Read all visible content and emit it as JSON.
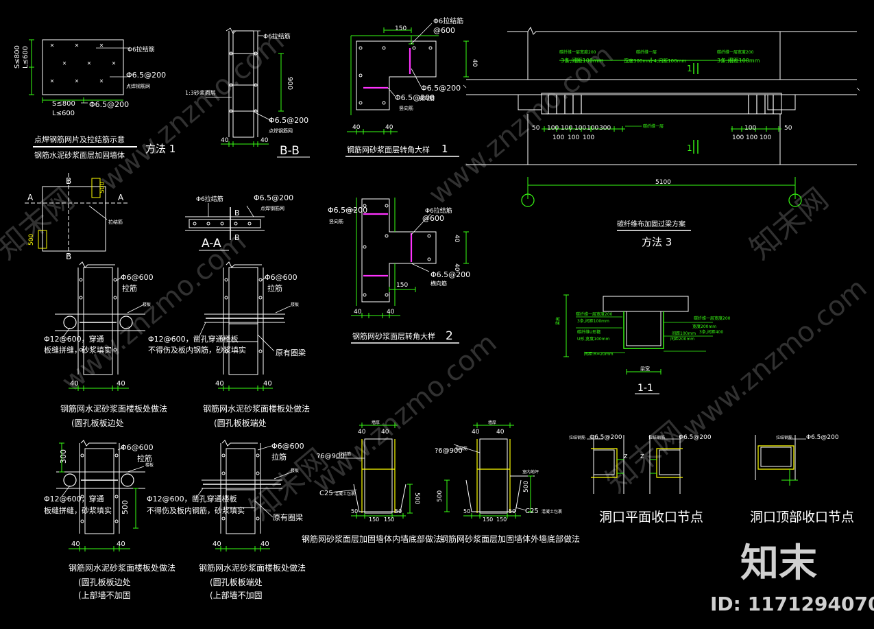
{
  "colors": {
    "background": "#000000",
    "line": "#ffffff",
    "dimension": "#39ff14",
    "axis": "#ffff00",
    "rebar": "#ff33ff"
  },
  "method1": {
    "grid_labels_left": [
      "S≤800",
      "L≤600"
    ],
    "grid_labels_bottom": [
      "S≤800",
      "L≤600"
    ],
    "phi6_tie": "Φ6拉结筋",
    "phi65": "Φ6.5@200",
    "weld_mesh": "点焊钢筋网",
    "caption": "点焊钢筋网片及拉结筋示意",
    "subcaption": "钢筋水泥砂浆面层加固墙体",
    "method": "方法 1"
  },
  "bb": {
    "tie": "Φ6拉结筋",
    "dim": "900",
    "mortar": "1:3砂浆面层",
    "bar": "Φ6.5@200",
    "mesh": "点焊钢筋网",
    "d1": "40",
    "d2": "40",
    "title": "B-B"
  },
  "aa_plan": {
    "labels": [
      "A",
      "A",
      "B",
      "B"
    ],
    "d1": "500",
    "d2": "500",
    "note": "拉结筋"
  },
  "aa": {
    "tie": "Φ6拉结筋",
    "bar": "Φ6.5@200",
    "mesh": "点焊钢筋网",
    "cut": "B",
    "title": "A-A"
  },
  "corner1": {
    "d150": "150",
    "tie": "Φ6拉结筋",
    "at600": "@600",
    "dim": "40",
    "bar1": "Φ6.5@200",
    "bar2": "Φ6.5@200",
    "hor": "横向筋",
    "ver": "竖向筋",
    "d40a": "40",
    "d40b": "40",
    "caption": "钢筋网砂浆面层转角大样",
    "num": "1"
  },
  "corner2": {
    "bar_top": "Φ6.5@200",
    "ver": "竖向筋",
    "tie": "Φ6拉结筋",
    "at600": "@600",
    "d40a": "40",
    "d40b": "40",
    "bar2": "Φ6.5@200",
    "hor": "横向筋",
    "d150": "150",
    "db1": "40",
    "db2": "40",
    "caption": "钢筋网砂浆面层转角大样",
    "num": "2"
  },
  "method3": {
    "top_notes": [
      "碳纤维一层宽度200",
      "3条,间距100mm",
      "碳纤维一层",
      "宽度300mm-4,间距100mm",
      "碳纤维一层宽度200",
      "3条,间距100mm"
    ],
    "axis_label": "1",
    "left_dims": [
      "50",
      "100",
      "100",
      "100",
      "100",
      "300",
      "100",
      "100",
      "100"
    ],
    "right_dims": [
      "100",
      "100",
      "100",
      "100",
      "50"
    ],
    "mid_note": "碳纤维一层",
    "span": "5100",
    "caption": "碳纤维布加固过梁方案",
    "method": "方法 3"
  },
  "section11": {
    "notes_left": [
      "碳纤维一层宽度200",
      "3条,间距100mm",
      "碳纤维U形箍",
      "U形,宽度100mm",
      "间距:R=20mm"
    ],
    "notes_right": [
      "碳纤维一层宽度200",
      "宽度200mm",
      "间距100mm",
      "3条,间距400",
      "间距200mm"
    ],
    "height": "梁高",
    "width": "梁宽",
    "title": "1-1"
  },
  "slab1": {
    "bar": "Φ6@600",
    "tie": "拉筋",
    "note_r": "楼板",
    "phi12": "Φ12@600，穿通",
    "fill": "板缝拼缝，砂浆填实",
    "d1": "40",
    "d2": "40",
    "caption": "钢筋网水泥砂浆面楼板处做法",
    "sub": "(圆孔板板边处"
  },
  "slab2": {
    "bar": "Φ6@600",
    "tie": "拉筋",
    "note_r": "楼板",
    "phi12": "Φ12@600，凿孔穿通楼板",
    "fill": "不得伤及板内钢筋，砂浆填实",
    "beam": "原有圈梁",
    "d1": "40",
    "d2": "40",
    "caption": "钢筋网水泥砂浆面楼板处做法",
    "sub": "(圆孔板板端处"
  },
  "slab3": {
    "bar": "Φ6@600",
    "tie": "拉筋",
    "note_r": "楼板",
    "d300": "300",
    "d500": "500",
    "phi12": "Φ12@600，穿通",
    "fill": "板缝拼缝，砂浆填实",
    "d1": "40",
    "d2": "40",
    "caption": "钢筋网水泥砂浆面楼板处做法",
    "sub1": "(圆孔板板边处",
    "sub2": "(上部墙不加固"
  },
  "slab4": {
    "bar": "Φ6@600",
    "tie": "拉筋",
    "note_r": "楼板",
    "phi12": "Φ12@600，凿孔穿通楼板",
    "fill": "不得伤及板内钢筋，砂浆填实",
    "beam": "原有圈梁",
    "d1": "40",
    "d2": "40",
    "caption": "钢筋网水泥砂浆面楼板处做法",
    "sub1": "(圆孔板板端处",
    "sub2": "(上部墙不加固"
  },
  "base_in": {
    "top": "墙厚",
    "d1": "40",
    "d2": "40",
    "bar": "?6@900",
    "bar2": "拉结筋",
    "c25": "C25",
    "c25n": "混凝土包裹",
    "d500": "500",
    "d50": "50",
    "d150a": "150",
    "d150b": "150",
    "d50b": "50",
    "caption": "钢筋网砂浆面层加固墙体内墙底部做法"
  },
  "base_out": {
    "top": "墙厚",
    "d1": "40",
    "d2": "40",
    "bar": "?6@900",
    "bar2": "拉结筋",
    "floor": "室内地坪",
    "d500": "500",
    "d500b": "500",
    "c25": "C25",
    "c25n": "混凝土包裹",
    "d50": "50",
    "d150a": "150",
    "d150b": "150",
    "d50b": "50",
    "caption": "钢筋网砂浆面层加固墙体外墙底部做法"
  },
  "opening_plan": {
    "bar1": "Φ6.5@200",
    "bar2": "Φ6.5@200",
    "n1": "拉结钢筋",
    "n2": "拉结钢筋",
    "d1": "Z",
    "d2": "Z",
    "caption": "洞口平面收口节点"
  },
  "opening_top": {
    "bar": "Φ6.5@200",
    "n": "拉结钢筋",
    "caption": "洞口顶部收口节点"
  },
  "watermark": {
    "site": "www.znzmo.com",
    "brand": "知末网",
    "logo": "知末",
    "id": "ID: 1171294070"
  }
}
